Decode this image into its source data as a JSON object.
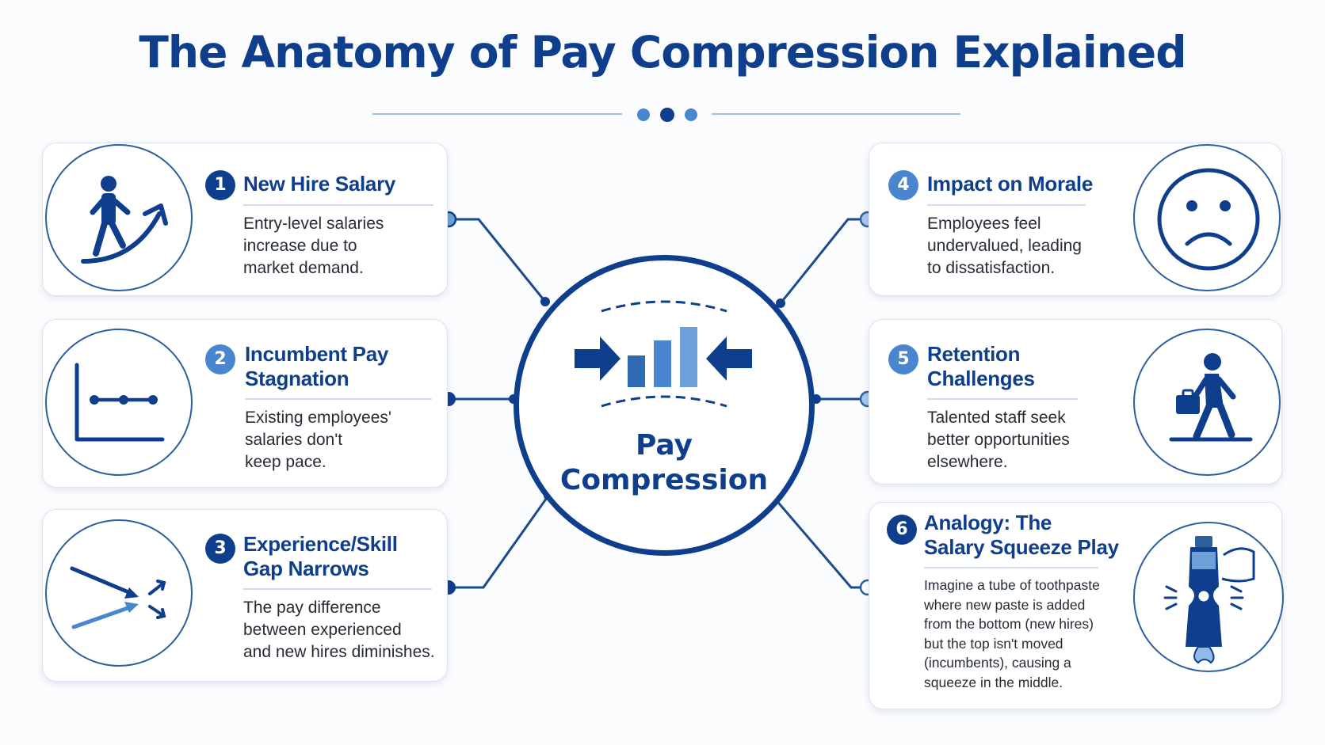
{
  "title": "The Anatomy of Pay Compression Explained",
  "center": {
    "label": "Pay\nCompression",
    "icon": "compression-bar-chart-icon"
  },
  "colors": {
    "navy": "#0f3f8c",
    "mid_blue": "#4a86cf",
    "light_blue": "#8fbaea",
    "text": "#252c36"
  },
  "cards": [
    {
      "number": "1",
      "title": "New Hire Salary",
      "description": "Entry-level salaries\nincrease due to\nmarket demand.",
      "icon": "person-climbing-arrow-icon"
    },
    {
      "number": "2",
      "title": "Incumbent Pay\nStagnation",
      "description": "Existing employees'\nsalaries don't\nkeep pace.",
      "icon": "flat-line-chart-icon"
    },
    {
      "number": "3",
      "title": "Experience/Skill\nGap Narrows",
      "description": "The pay difference\nbetween experienced\nand new hires diminishes.",
      "icon": "converging-arrows-icon"
    },
    {
      "number": "4",
      "title": "Impact on Morale",
      "description": "Employees feel\nundervalued, leading\nto dissatisfaction.",
      "icon": "sad-face-icon"
    },
    {
      "number": "5",
      "title": "Retention\nChallenges",
      "description": "Talented staff seek\nbetter opportunities\nelsewhere.",
      "icon": "person-leaving-briefcase-icon"
    },
    {
      "number": "6",
      "title": "Analogy: The\nSalary Squeeze Play",
      "description": "Imagine a tube of toothpaste\nwhere new paste is added\nfrom the bottom (new hires)\nbut the top isn't moved\n(incumbents), causing a\nsqueeze in the middle.",
      "icon": "toothpaste-squeeze-icon"
    }
  ]
}
